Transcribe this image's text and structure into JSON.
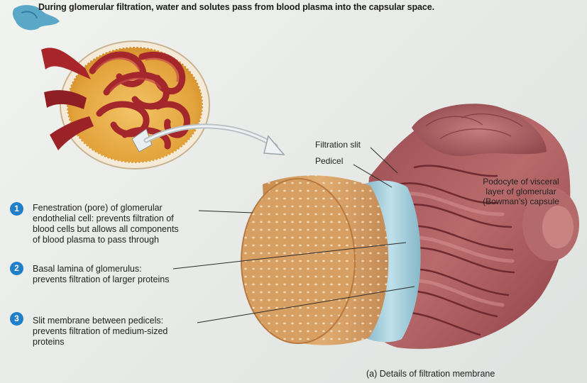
{
  "header": {
    "lines": [
      "During glomerular filtration, water and solutes pass from blood plasma into the capsular space."
    ]
  },
  "items": [
    {
      "number": "1",
      "lines": [
        "Fenestration (pore) of glomerular",
        "endothelial cell: prevents filtration of",
        "blood cells but allows all components",
        "of blood plasma to pass through"
      ]
    },
    {
      "number": "2",
      "lines": [
        "Basal lamina of glomerulus:",
        "prevents filtration of larger proteins"
      ]
    },
    {
      "number": "3",
      "lines": [
        "Slit membrane between pedicels:",
        "prevents filtration of medium-sized",
        "proteins"
      ]
    }
  ],
  "labels": {
    "filtration_slit": "Filtration slit",
    "pedicel": "Pedicel",
    "podocyte": [
      "Podocyte of visceral",
      "layer of glomerular",
      "(Bowman's) capsule"
    ]
  },
  "caption": "(a) Details of filtration membrane",
  "colors": {
    "badge": "#1f7fc8",
    "vessel": "#a8262a",
    "capsule": "#e8a842",
    "endothelium": "#d6a264",
    "basal_lamina": "#9fc9d8",
    "podocyte": "#a8565a"
  },
  "icons": [
    "kidney-icon"
  ]
}
